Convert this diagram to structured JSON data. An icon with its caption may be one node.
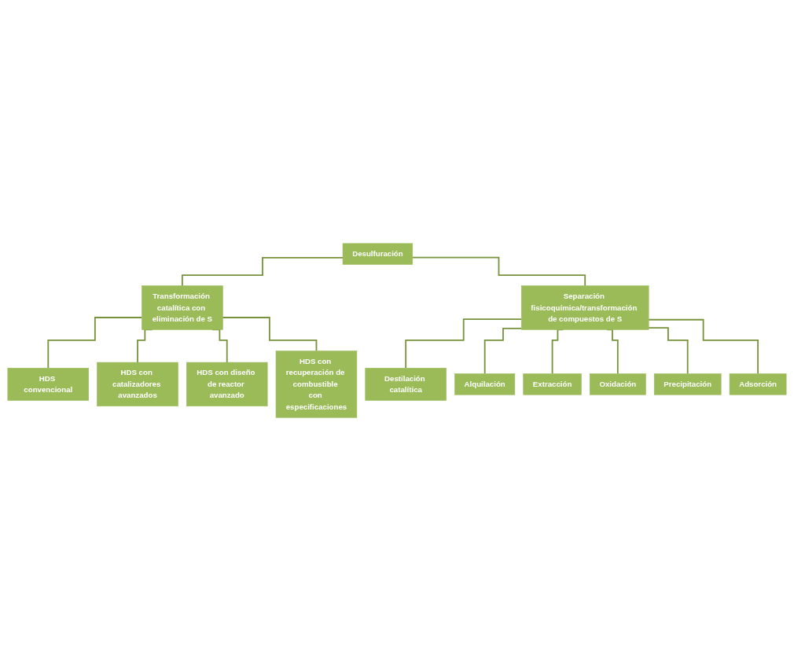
{
  "diagram": {
    "nodes": [
      {
        "text": [
          "Desulfuración"
        ]
      },
      {
        "text": [
          "Transformación catalítica con eliminación de S"
        ]
      },
      {
        "text": [
          "Separación fisicoquímica/transformación de compuestos de S"
        ]
      },
      {
        "text": [
          "HDS convencional"
        ]
      },
      {
        "text": [
          "HDS con catalizadores avanzados"
        ]
      },
      {
        "text": [
          "HDS con diseño de reactor avanzado"
        ]
      },
      {
        "text": [
          "HDS con recuperación de combustible con especificaciones"
        ]
      },
      {
        "text": [
          "Destilación catalítica"
        ]
      },
      {
        "text": [
          "Alquilación"
        ]
      },
      {
        "text": [
          "Extracción"
        ]
      },
      {
        "text": [
          "Oxidación"
        ]
      },
      {
        "text": [
          "Precipitación"
        ]
      },
      {
        "text": [
          "Adsorción"
        ]
      }
    ],
    "edges": [
      {
        "from": 0,
        "to": 1,
        "arrow": "none"
      },
      {
        "from": 0,
        "to": 2,
        "arrow": "none"
      },
      {
        "from": 1,
        "to": 3,
        "arrow": "none"
      },
      {
        "from": 1,
        "to": 4,
        "arrow": "none"
      },
      {
        "from": 1,
        "to": 5,
        "arrow": "none"
      },
      {
        "from": 1,
        "to": 6,
        "arrow": "none"
      },
      {
        "from": 2,
        "to": 7,
        "arrow": "none"
      },
      {
        "from": 2,
        "to": 8,
        "arrow": "none"
      },
      {
        "from": 2,
        "to": 9,
        "arrow": "none"
      },
      {
        "from": 2,
        "to": 10,
        "arrow": "none"
      },
      {
        "from": 2,
        "to": 11,
        "arrow": "none"
      },
      {
        "from": 2,
        "to": 12,
        "arrow": "none"
      }
    ]
  }
}
